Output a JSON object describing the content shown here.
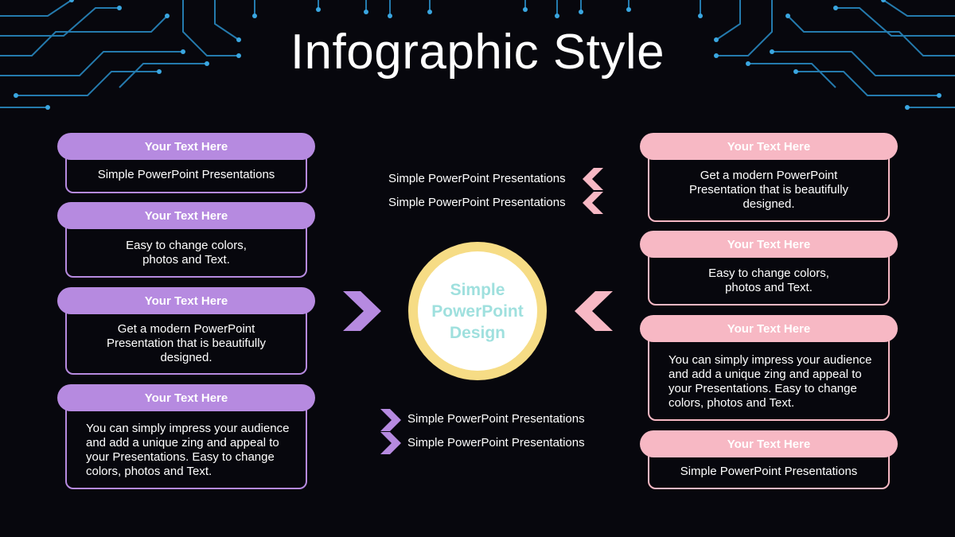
{
  "title": "Infographic Style",
  "colors": {
    "background": "#07070d",
    "purple": "#b68ae0",
    "pink": "#f7b8c4",
    "circle_ring": "#f6dc85",
    "circle_text": "#9fe0de",
    "circuit": "#2a8fc9"
  },
  "left_cards": [
    {
      "header": "Your Text  Here",
      "body": "Simple PowerPoint Presentations"
    },
    {
      "header": "Your Text  Here",
      "body": "Easy to change colors,\nphotos and Text."
    },
    {
      "header": "Your Text  Here",
      "body": "Get a modern PowerPoint\nPresentation that is beautifully\ndesigned."
    },
    {
      "header": "Your Text  Here",
      "body": "You can simply impress your audience\nand add a unique zing and appeal to\nyour Presentations. Easy to change\ncolors, photos and Text."
    }
  ],
  "right_cards": [
    {
      "header": "Your Text  Here",
      "body": "Get a modern PowerPoint\nPresentation that is beautifully\ndesigned."
    },
    {
      "header": "Your Text  Here",
      "body": "Easy to change colors,\nphotos and Text."
    },
    {
      "header": "Your Text  Here",
      "body": "You can simply impress your audience\nand add a unique zing and appeal to\nyour Presentations. Easy to change\ncolors, photos and Text."
    },
    {
      "header": "Your Text  Here",
      "body": "Simple PowerPoint Presentations"
    }
  ],
  "top_bullets": [
    "Simple PowerPoint Presentations",
    "Simple PowerPoint Presentations"
  ],
  "bottom_bullets": [
    "Simple PowerPoint Presentations",
    "Simple PowerPoint Presentations"
  ],
  "center": {
    "line1": "Simple",
    "line2": "PowerPoint",
    "line3": "Design"
  },
  "icons": {
    "left_arrow": "chevron-right-icon",
    "right_arrow": "chevron-left-icon",
    "bullet_top": "chevron-left-icon",
    "bullet_bottom": "chevron-right-icon",
    "decor": "circuit-lines-decoration"
  }
}
